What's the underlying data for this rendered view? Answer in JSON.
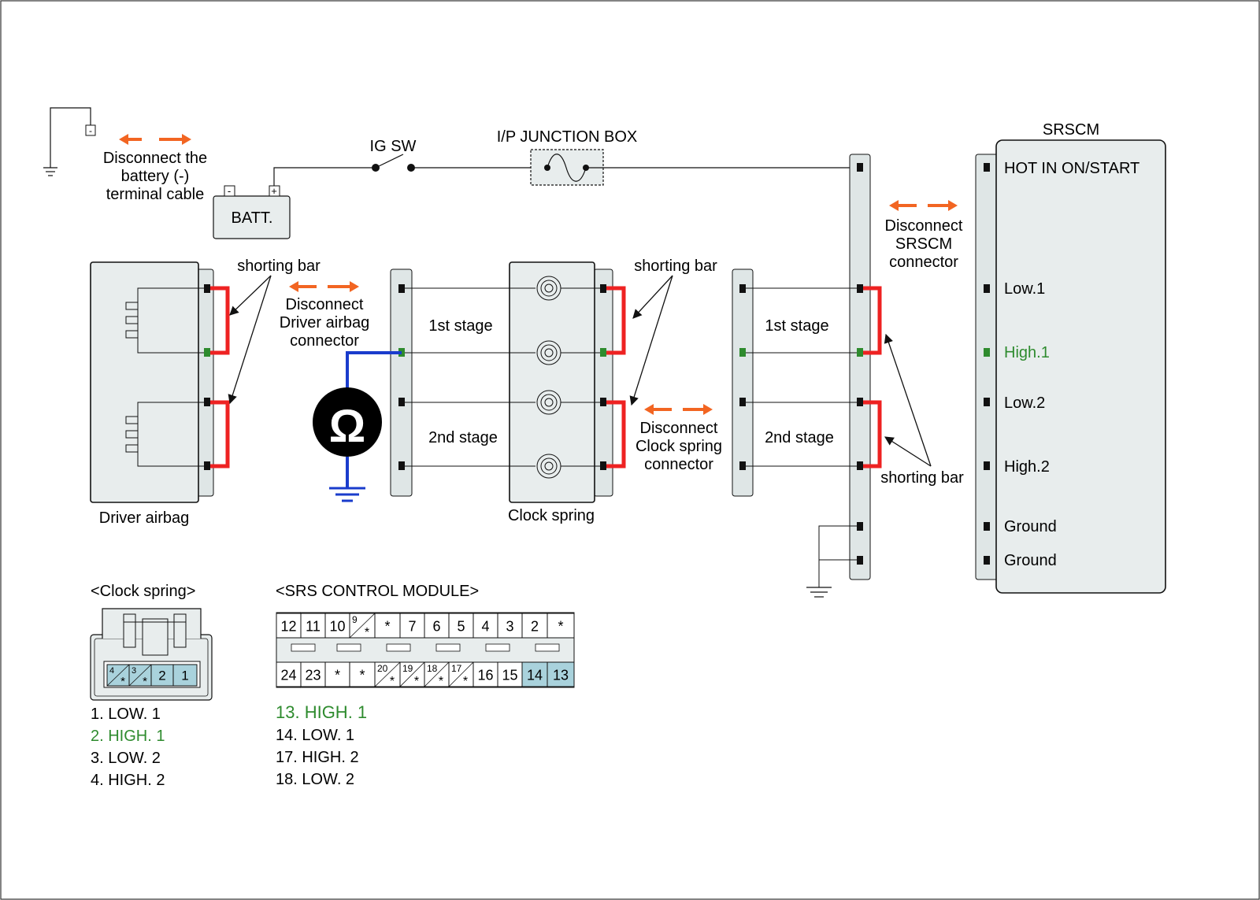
{
  "colors": {
    "wire": "#111111",
    "shorting_bar": "#ee2222",
    "meter_lead": "#1a3ccc",
    "disconnect_arrow": "#f26522",
    "highlight_green": "#2e8b2e",
    "connector_fill": "#dfe6e6",
    "component_fill": "#e8eded",
    "pin_highlight": "#a9d2dc"
  },
  "battery": {
    "label": "BATT.",
    "neg": "-",
    "pos": "+",
    "ground_term": "-",
    "note": [
      "Disconnect the",
      "battery (-)",
      "terminal cable"
    ]
  },
  "ig_switch": {
    "label": "IG SW"
  },
  "junction_box": {
    "label": "I/P JUNCTION BOX"
  },
  "srscm": {
    "title": "SRSCM",
    "pins": [
      "HOT IN ON/START",
      "Low.1",
      "High.1",
      "Low.2",
      "High.2",
      "Ground",
      "Ground"
    ],
    "disconnect_note": [
      "Disconnect",
      "SRSCM",
      "connector"
    ]
  },
  "driver_airbag": {
    "label": "Driver airbag",
    "shorting_bar": "shorting bar",
    "disconnect_note": [
      "Disconnect",
      "Driver airbag",
      "connector"
    ]
  },
  "clock_spring": {
    "label": "Clock spring",
    "shorting_bar": "shorting bar",
    "stage1": "1st stage",
    "stage2": "2nd stage",
    "disconnect_note": [
      "Disconnect",
      "Clock spring",
      "connector"
    ]
  },
  "harness": {
    "stage1": "1st stage",
    "stage2": "2nd stage",
    "shorting_bar": "shorting bar"
  },
  "meter": {
    "icon": "ohmmeter-icon",
    "symbol": "Ω"
  },
  "clock_spring_connector": {
    "title": "<Clock spring>",
    "pins": [
      "4",
      "3",
      "2",
      "1"
    ],
    "empty_mark": "*",
    "legend": [
      "1. LOW. 1",
      "2. HIGH. 1",
      "3. LOW. 2",
      "4. HIGH. 2"
    ]
  },
  "srs_module_connector": {
    "title": "<SRS CONTROL MODULE>",
    "top_row": [
      "12",
      "11",
      "10",
      "9",
      "*",
      "7",
      "6",
      "5",
      "4",
      "3",
      "2",
      "*"
    ],
    "bottom_row": [
      "24",
      "23",
      "*",
      "*",
      "20",
      "19",
      "18",
      "17",
      "16",
      "15",
      "14",
      "13"
    ],
    "empty_mark": "*",
    "legend": [
      "13. HIGH. 1",
      "14. LOW. 1",
      "17. HIGH. 2",
      "18. LOW. 2"
    ]
  }
}
